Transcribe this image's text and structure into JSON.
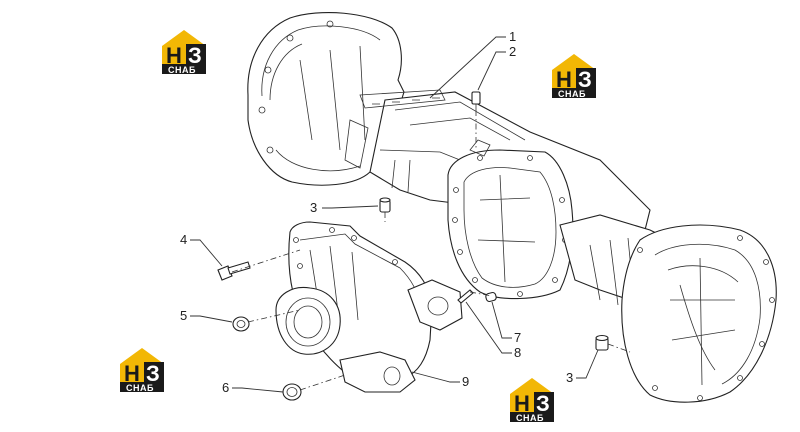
{
  "logos": [
    {
      "id": "logo-1",
      "h_text": "Н",
      "digit_text": "З",
      "sub_text": "СНАБ"
    },
    {
      "id": "logo-2",
      "h_text": "Н",
      "digit_text": "З",
      "sub_text": "СНАБ"
    },
    {
      "id": "logo-3",
      "h_text": "Н",
      "digit_text": "З",
      "sub_text": "СНАБ"
    },
    {
      "id": "logo-4",
      "h_text": "Н",
      "digit_text": "З",
      "sub_text": "СНАБ"
    }
  ],
  "colors": {
    "logo_yellow": "#F2B705",
    "logo_black": "#1a1a1a",
    "line": "#222222"
  },
  "callouts": [
    {
      "id": "c1",
      "text": "1"
    },
    {
      "id": "c2",
      "text": "2"
    },
    {
      "id": "c3a",
      "text": "3"
    },
    {
      "id": "c4",
      "text": "4"
    },
    {
      "id": "c5",
      "text": "5"
    },
    {
      "id": "c6",
      "text": "6"
    },
    {
      "id": "c7",
      "text": "7"
    },
    {
      "id": "c8",
      "text": "8"
    },
    {
      "id": "c9",
      "text": "9"
    },
    {
      "id": "c3b",
      "text": "3"
    }
  ]
}
